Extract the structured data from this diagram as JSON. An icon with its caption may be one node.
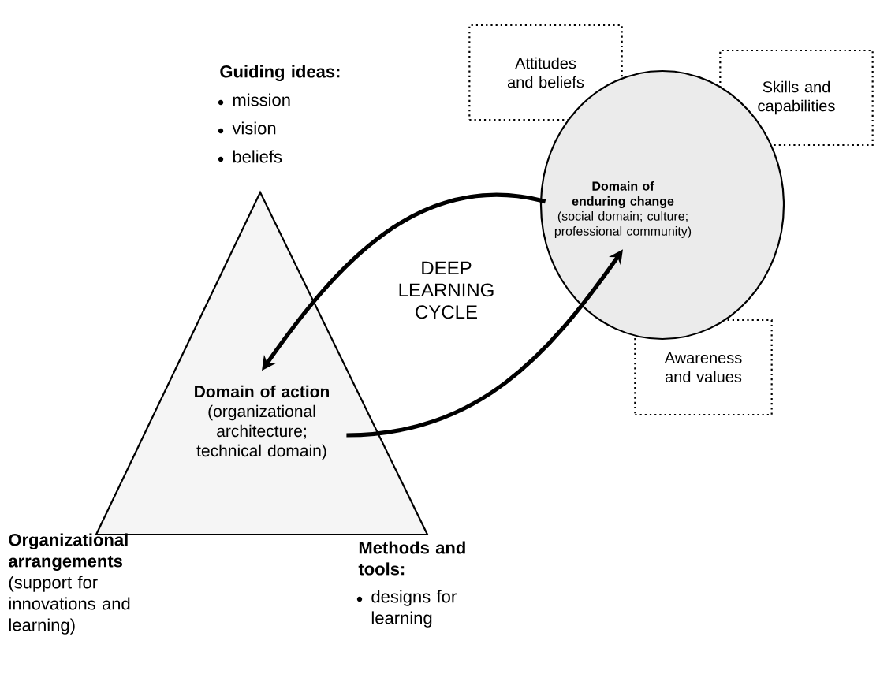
{
  "diagram": {
    "nodes": [
      {
        "text": [
          "Domain of action",
          "(organizational architecture; technical domain)"
        ]
      },
      {
        "text": [
          "Domain of enduring change",
          "(social domain; culture; professional community)"
        ]
      },
      {
        "text": [
          "Attitudes and beliefs"
        ]
      },
      {
        "text": [
          "Skills and capabilities"
        ]
      },
      {
        "text": [
          "Awareness and values"
        ]
      }
    ],
    "edges": [
      {
        "from": 1,
        "to": 0,
        "arrow": "to"
      },
      {
        "from": 0,
        "to": 1,
        "arrow": "to"
      }
    ],
    "labels": [
      "Guiding ideas:",
      "mission",
      "vision",
      "beliefs",
      "DEEP LEARNING CYCLE",
      "Organizational arrangements",
      "(support for innovations and learning)",
      "Methods and tools:",
      "designs for learning"
    ]
  }
}
